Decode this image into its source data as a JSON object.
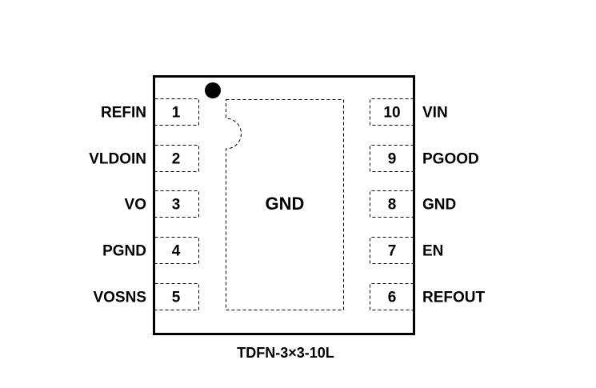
{
  "package": {
    "name": "TDFN-3×3-10L",
    "center_pad_label": "GND",
    "pin1_marker": "pin1-dot"
  },
  "pins_left": [
    {
      "number": "1",
      "name": "REFIN"
    },
    {
      "number": "2",
      "name": "VLDOIN"
    },
    {
      "number": "3",
      "name": "VO"
    },
    {
      "number": "4",
      "name": "PGND"
    },
    {
      "number": "5",
      "name": "VOSNS"
    }
  ],
  "pins_right": [
    {
      "number": "10",
      "name": "VIN"
    },
    {
      "number": "9",
      "name": "PGOOD"
    },
    {
      "number": "8",
      "name": "GND"
    },
    {
      "number": "7",
      "name": "EN"
    },
    {
      "number": "6",
      "name": "REFOUT"
    }
  ]
}
